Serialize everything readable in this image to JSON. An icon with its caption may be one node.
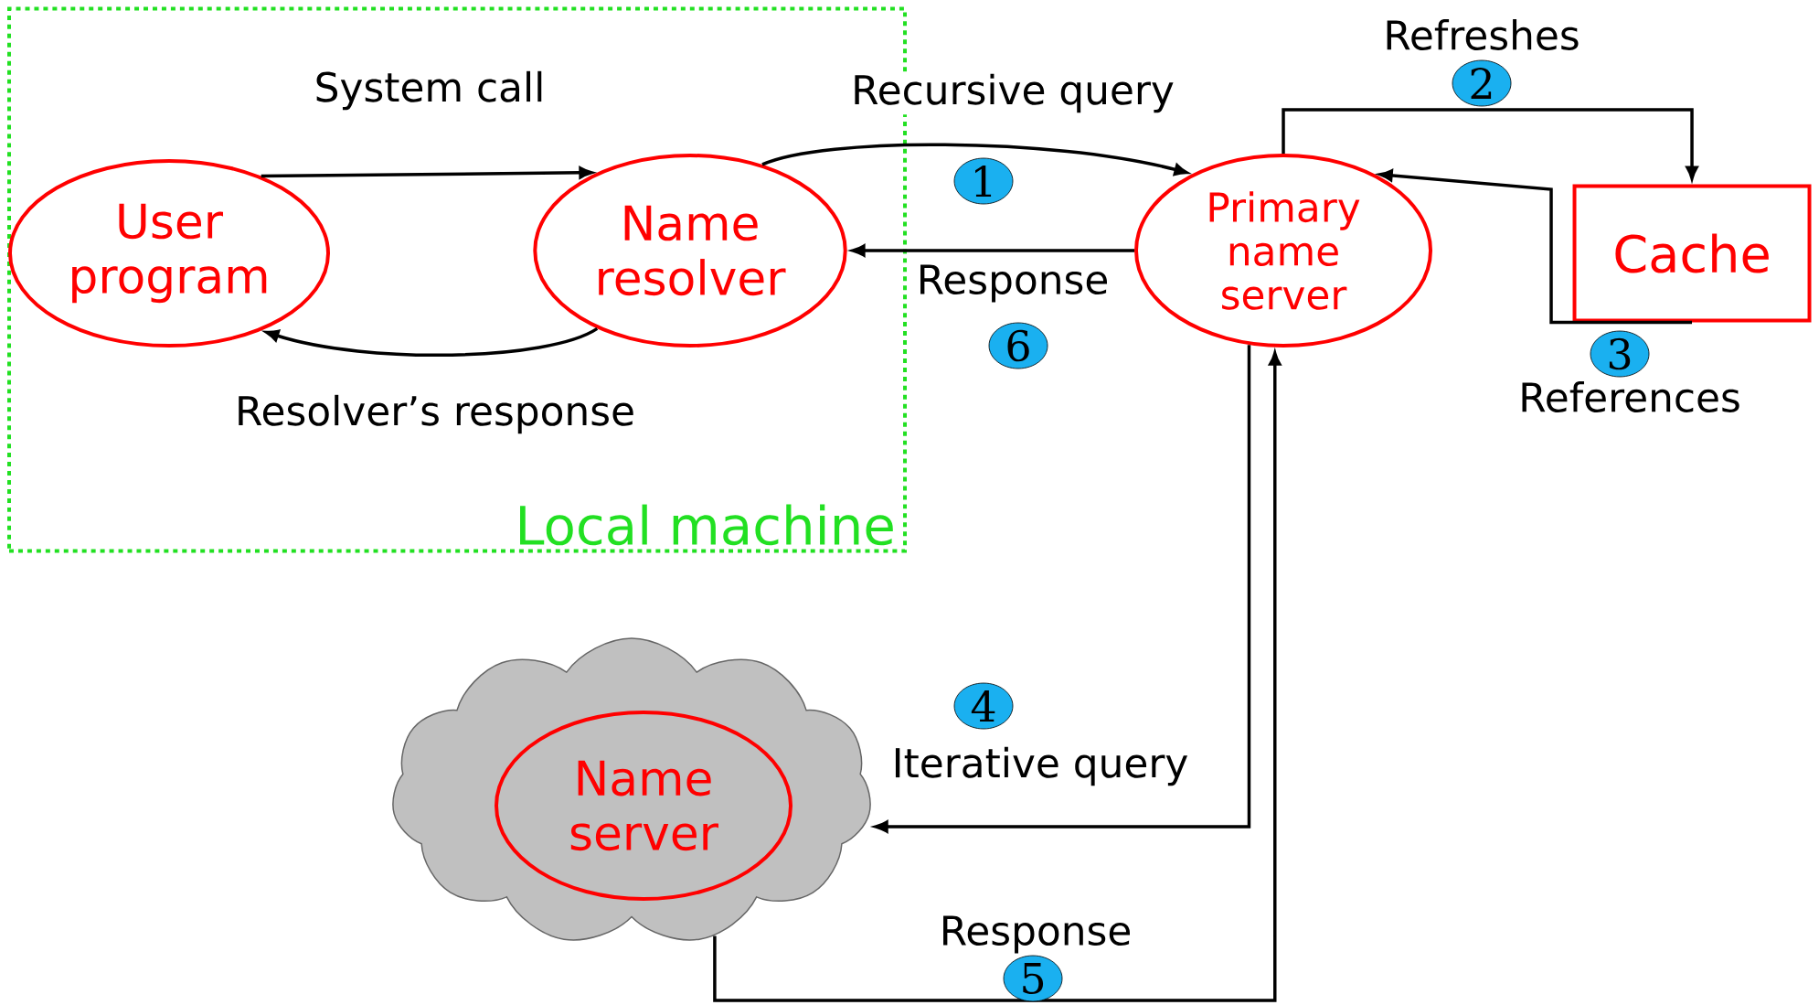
{
  "diagram": {
    "nodes": [
      {
        "text": [
          "Local machine"
        ]
      },
      {
        "text": [
          "User program"
        ],
        "in": 0
      },
      {
        "text": [
          "Name resolver"
        ],
        "in": 0
      },
      {
        "text": [
          "Primary name server"
        ]
      },
      {
        "text": [
          "Cache"
        ]
      },
      {
        "text": [],
        "shape": "cloud"
      },
      {
        "text": [
          "Name server"
        ],
        "in": 5
      }
    ],
    "edges": [
      {
        "from": 1,
        "to": 2,
        "arrow": "to",
        "label": "System call"
      },
      {
        "from": 2,
        "to": 1,
        "arrow": "to",
        "label": "Resolver’s response"
      },
      {
        "from": 2,
        "to": 3,
        "arrow": "to",
        "label": "Recursive query"
      },
      {
        "from": 3,
        "to": 2,
        "arrow": "to",
        "label": "Response"
      },
      {
        "from": 3,
        "to": 4,
        "arrow": "to",
        "label": "Refreshes"
      },
      {
        "from": 4,
        "to": 3,
        "arrow": "to",
        "label": "References"
      },
      {
        "from": 3,
        "to": 5,
        "arrow": "to",
        "label": "Iterative query"
      },
      {
        "from": 5,
        "to": 3,
        "arrow": "to",
        "label": "Response"
      }
    ],
    "labels": [
      "1",
      "2",
      "3",
      "4",
      "5",
      "6"
    ]
  }
}
